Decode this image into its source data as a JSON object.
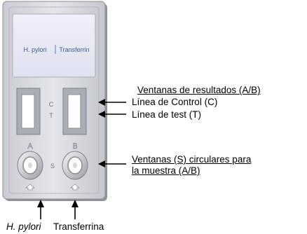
{
  "device": {
    "label_left": "H. pylori",
    "label_right": "Transferrin",
    "marker_c": "C",
    "marker_t": "T",
    "well_a": "A",
    "well_b": "B",
    "marker_s": "S"
  },
  "annotations": {
    "results_windows_title": "Ventanas de resultados (A/B)",
    "control_line": "Línea de Control (C)",
    "test_line": "Línea de test (T)",
    "sample_windows_line1": "Ventanas (S) circulares para",
    "sample_windows_line2": "la muestra (A/B)"
  },
  "bottom_labels": {
    "left": "H. pylori",
    "right": "Transferrina"
  }
}
